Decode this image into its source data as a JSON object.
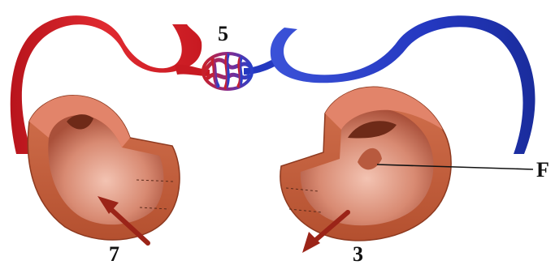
{
  "labels": {
    "capillary_network": "5",
    "left_chamber_arrow": "7",
    "right_chamber_arrow": "3",
    "pointer": "F"
  },
  "colors": {
    "artery": "#d8202a",
    "vein": "#2a3fc8",
    "capillary_mid": "#8a2a8a",
    "heart_outer": "#c8623f",
    "heart_inner": "#9e3a22",
    "heart_lumen": "#e7a58f",
    "arrow": "#9b2418"
  }
}
